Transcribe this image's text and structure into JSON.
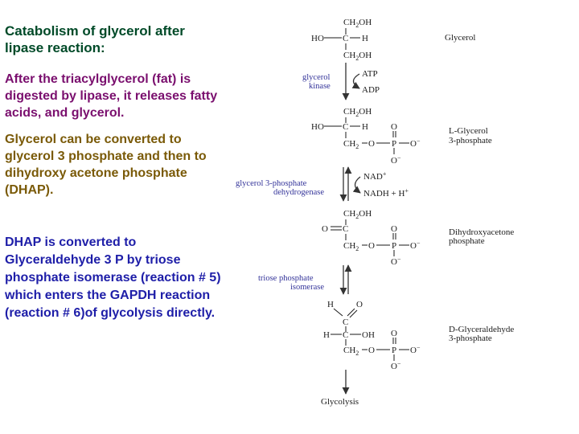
{
  "text": {
    "title": "Catabolism of glycerol after lipase reaction:",
    "para1": "After the triacylglycerol (fat) is digested by lipase, it releases fatty acids, and glycerol.",
    "para2": "Glycerol can be converted to glycerol 3 phosphate and then to dihydroxy acetone phosphate (DHAP).",
    "para3": "DHAP is converted to Glyceraldehyde 3 P by triose phosphate isomerase (reaction # 5) which enters the GAPDH reaction (reaction # 6)of glycolysis directly."
  },
  "diagram": {
    "compounds": {
      "glycerol": "Glycerol",
      "g3p_1": "L-Glycerol",
      "g3p_2": "3-phosphate",
      "dhap_1": "Dihydroxyacetone",
      "dhap_2": "phosphate",
      "gap_1": "D-Glyceraldehyde",
      "gap_2": "3-phosphate",
      "end": "Glycolysis"
    },
    "enzymes": {
      "kinase_1": "glycerol",
      "kinase_2": "kinase",
      "dehydrogenase_1": "glycerol 3-phosphate",
      "dehydrogenase_2": "dehydrogenase",
      "isomerase_1": "triose phosphate",
      "isomerase_2": "isomerase"
    },
    "cofactors": {
      "atp": "ATP",
      "adp": "ADP",
      "nad": "NAD",
      "nad_sup": "+",
      "nadh": "NADH + H",
      "nadh_sup": "+"
    },
    "atoms": {
      "ch2oh": "CH",
      "ch2oh_sub": "2",
      "ch2oh_end": "OH",
      "ho": "HO",
      "c": "C",
      "h": "H",
      "o": "O",
      "p": "P",
      "o_minus": "O",
      "minus": "−",
      "oh": "OH",
      "ch2": "CH",
      "ch2_sub": "2"
    }
  }
}
